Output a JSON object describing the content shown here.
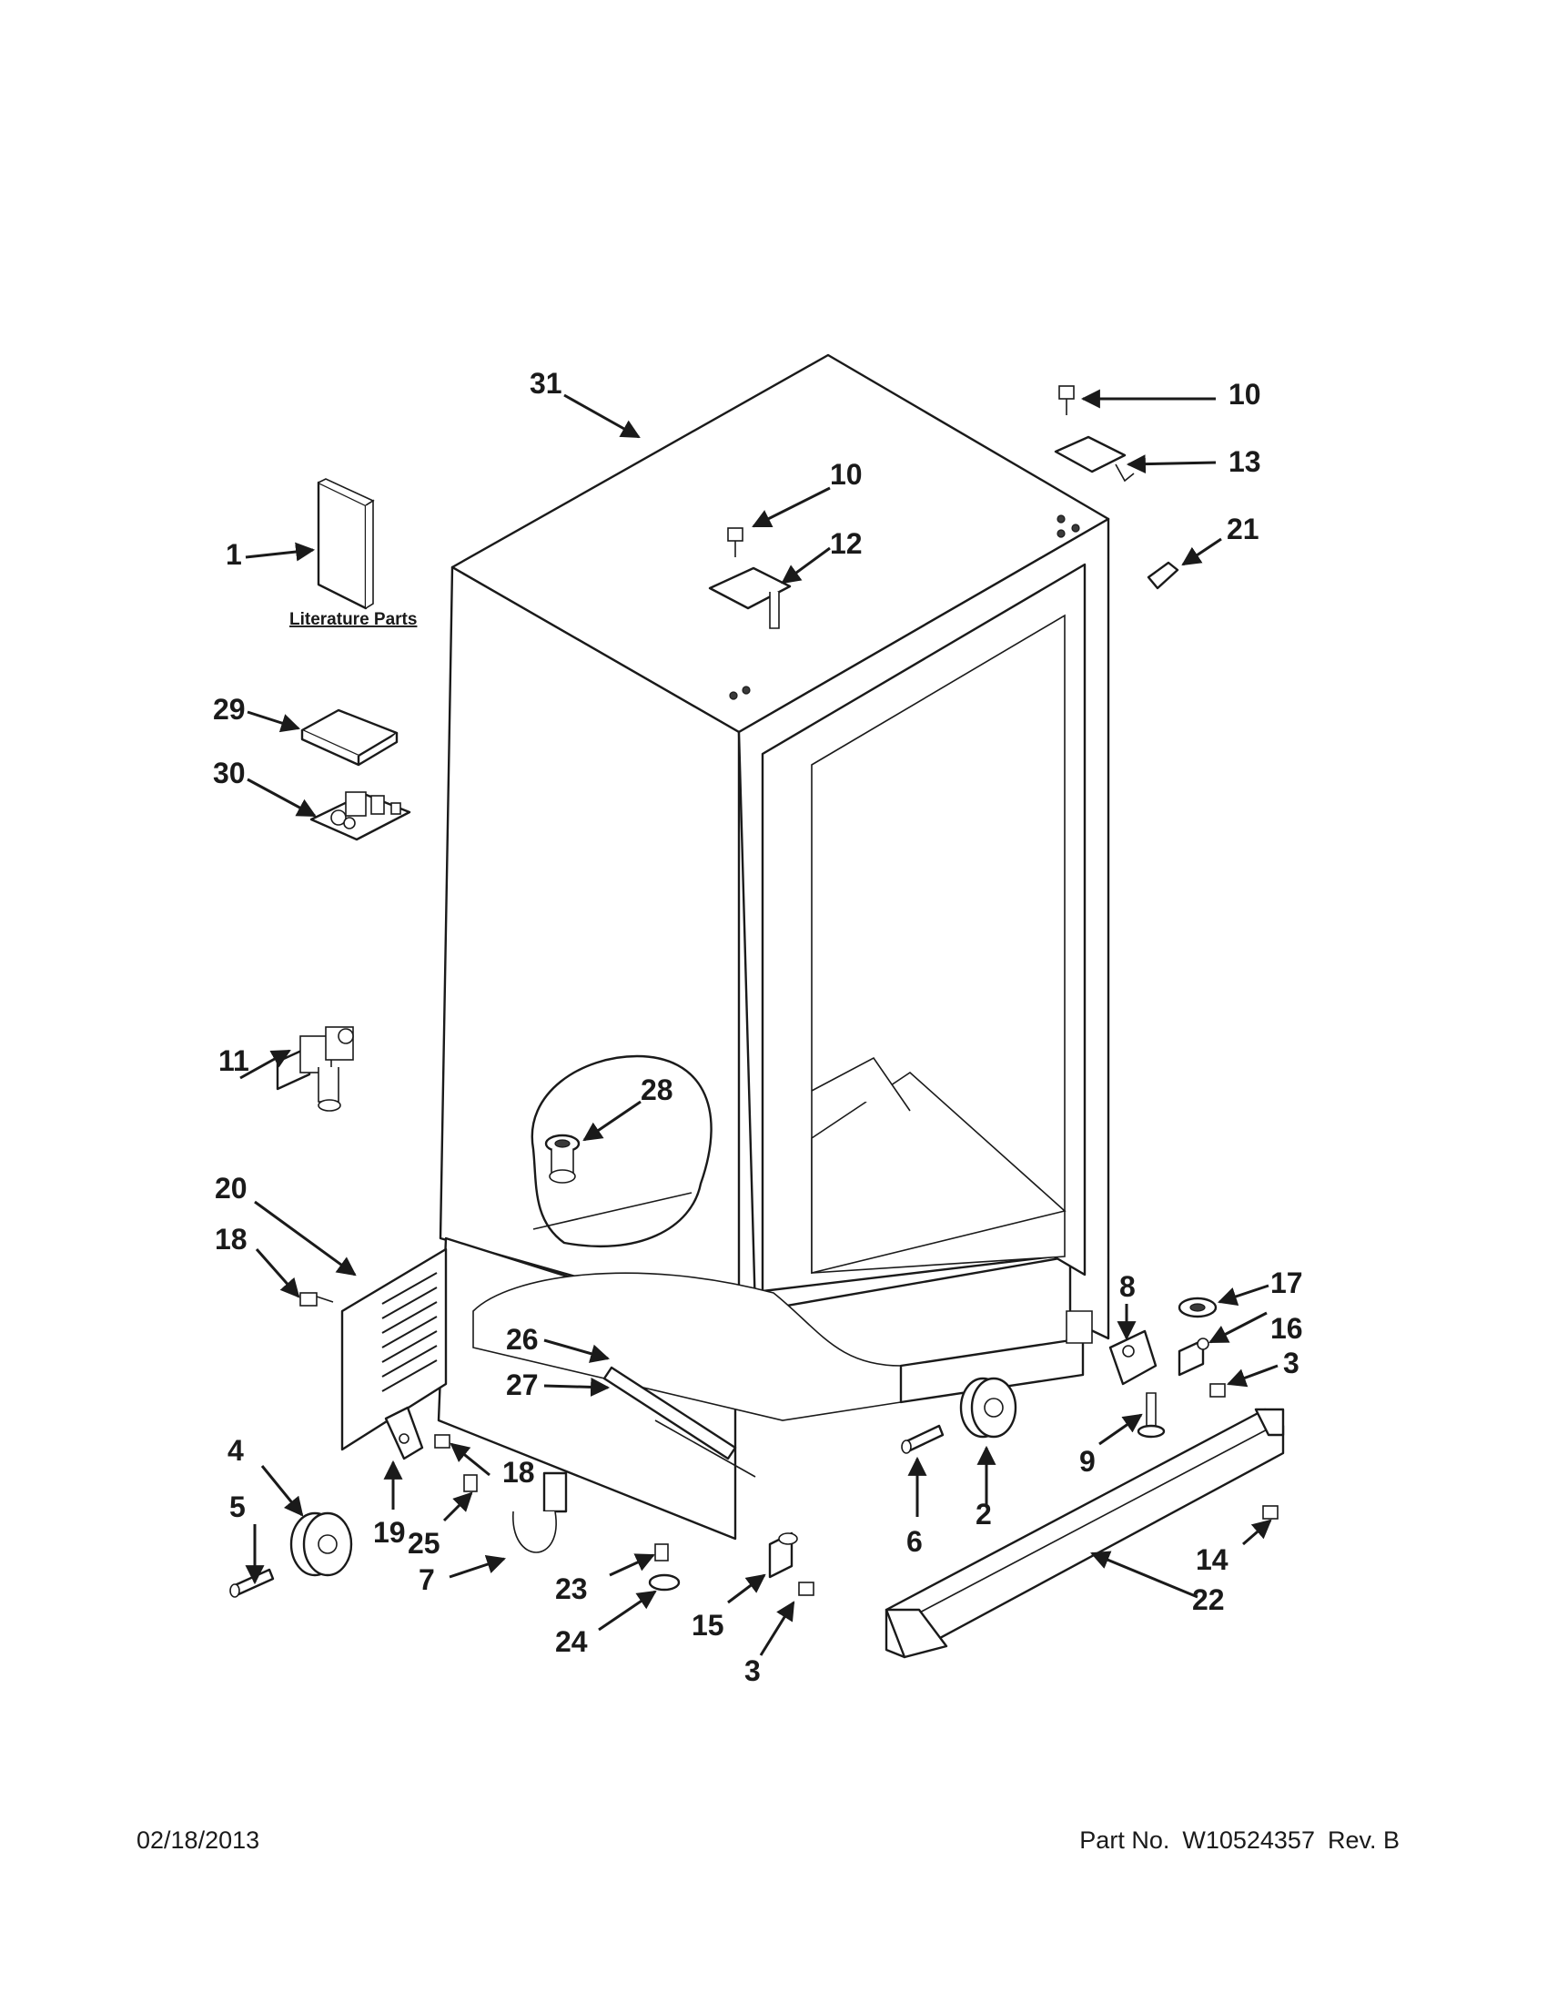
{
  "diagram": {
    "literature_label": "Literature Parts",
    "callouts": {
      "c31": "31",
      "c10a": "10",
      "c13": "13",
      "c21": "21",
      "c10b": "10",
      "c12": "12",
      "c1": "1",
      "c29": "29",
      "c30": "30",
      "c11": "11",
      "c28": "28",
      "c20": "20",
      "c18a": "18",
      "c26": "26",
      "c27": "27",
      "c8": "8",
      "c17": "17",
      "c16": "16",
      "c3a": "3",
      "c9": "9",
      "c4": "4",
      "c5": "5",
      "c18b": "18",
      "c19": "19",
      "c25": "25",
      "c7": "7",
      "c23": "23",
      "c24": "24",
      "c15": "15",
      "c3b": "3",
      "c6": "6",
      "c2": "2",
      "c14": "14",
      "c22": "22"
    }
  },
  "footer": {
    "date": "02/18/2013",
    "part_label": "Part No.",
    "part_number": "W10524357",
    "revision": "Rev. B"
  }
}
